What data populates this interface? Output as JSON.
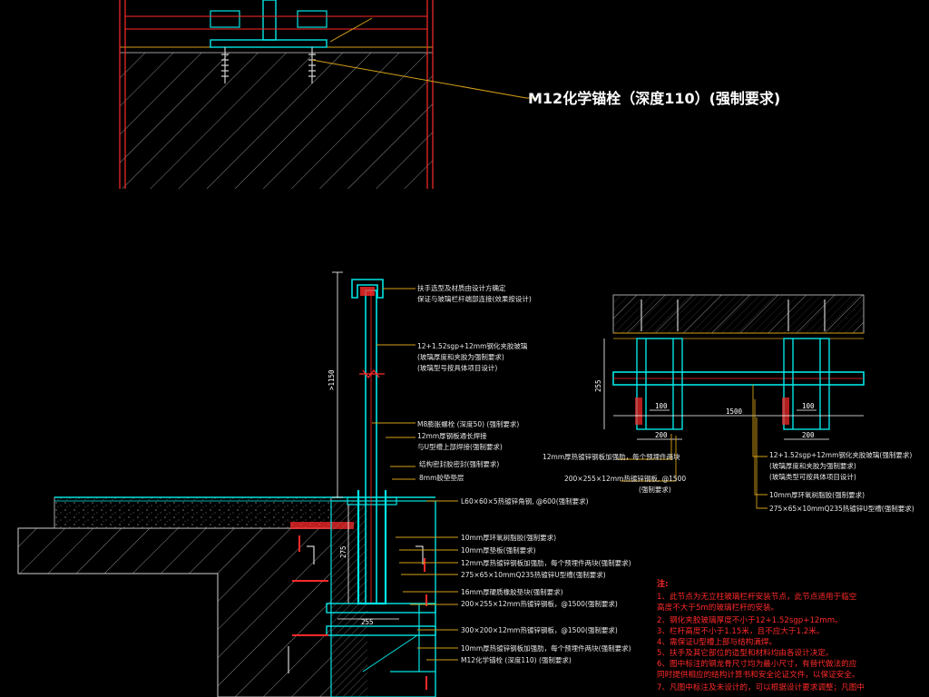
{
  "colors": {
    "background": "#000000",
    "cut_line": "#ff2a2a",
    "steel": "#00e5e5",
    "leader": "#d4a017",
    "hatch": "#9a9a9a",
    "text": "#e8e8e8",
    "notes": "#ff2a2a"
  },
  "top_detail": {
    "anchor_label": "M12化学锚栓（深度110）(强制要求)"
  },
  "section_labels": [
    "扶手选型及材质由设计方确定",
    "保证与玻璃栏杆端部连接(效果按设计)",
    "12+1.52sgp+12mm钢化夹胶玻璃",
    "(玻璃厚度和夹胶为强制要求)",
    "(玻璃型号按具体项目设计)",
    "M8膨胀螺栓 (深度50) (强制要求)",
    "12mm厚钢板通长焊接",
    "与U型槽上部焊接(强制要求)",
    "结构密封胶密封(强制要求)",
    "8mm胶垫垫层",
    "L60×60×5热镀锌角钢, @600(强制要求)",
    "10mm厚环氧树脂胶(强制要求)",
    "10mm厚垫板(强制要求)",
    "12mm厚热镀锌钢板加强肋，每个预埋件两块(强制要求)",
    "275×65×10mmQ235热镀锌U型槽(强制要求)",
    "16mm厚硬质橡胶垫块(强制要求)",
    "200×255×12mm热镀锌钢板，@1500(强制要求)",
    "300×200×12mm热镀锌钢板，@1500(强制要求)",
    "10mm厚热镀锌钢板加强肋，每个预埋件两块(强制要求)",
    "M12化学锚栓 (深度110) (强制要求)"
  ],
  "plan_labels_left": [
    "12mm厚热镀锌钢板加强肋，每个预埋件两块",
    "200×255×12mm热镀锌钢板, @1500",
    "(强制要求)"
  ],
  "plan_labels_right": [
    "12+1.52sgp+12mm钢化夹胶玻璃(强制要求)",
    "(玻璃厚度和夹胶为强制要求)",
    "(玻璃类型可按具体项目设计)",
    "10mm厚环氧树脂胶(强制要求)",
    "275×65×10mmQ235热镀锌U型槽(强制要求)"
  ],
  "dimensions": {
    "rail_height": ">1150",
    "u_channel_depth": "275",
    "plate_width": "255",
    "plan_spacing": "1500",
    "plan_height": "255",
    "plan_gap_left": "100",
    "plan_width_left": "200",
    "plan_gap_right": "100",
    "plan_width_right": "200"
  },
  "notes": {
    "heading": "注:",
    "lines": [
      "1、此节点为无立柱玻璃栏杆安装节点，此节点适用于临空",
      "高度不大于5m的玻璃栏杆的安装。",
      "2、钢化夹胶玻璃厚度不小于12+1.52sgp+12mm。",
      "3、栏杆高度不小于1.15米，且不应大于1.2米。",
      "4、需保证U型槽上部与结构满焊。",
      "5、扶手及其它部位的造型和材料均由各设计决定。",
      "6、图中标注的钢龙骨尺寸均为最小尺寸，有替代做法的应",
      "同时提供相应的结构计算书和安全论证文件，以保证安全。",
      "7、凡图中标注及未设计的，可以根据设计要求调整；凡图中"
    ]
  }
}
